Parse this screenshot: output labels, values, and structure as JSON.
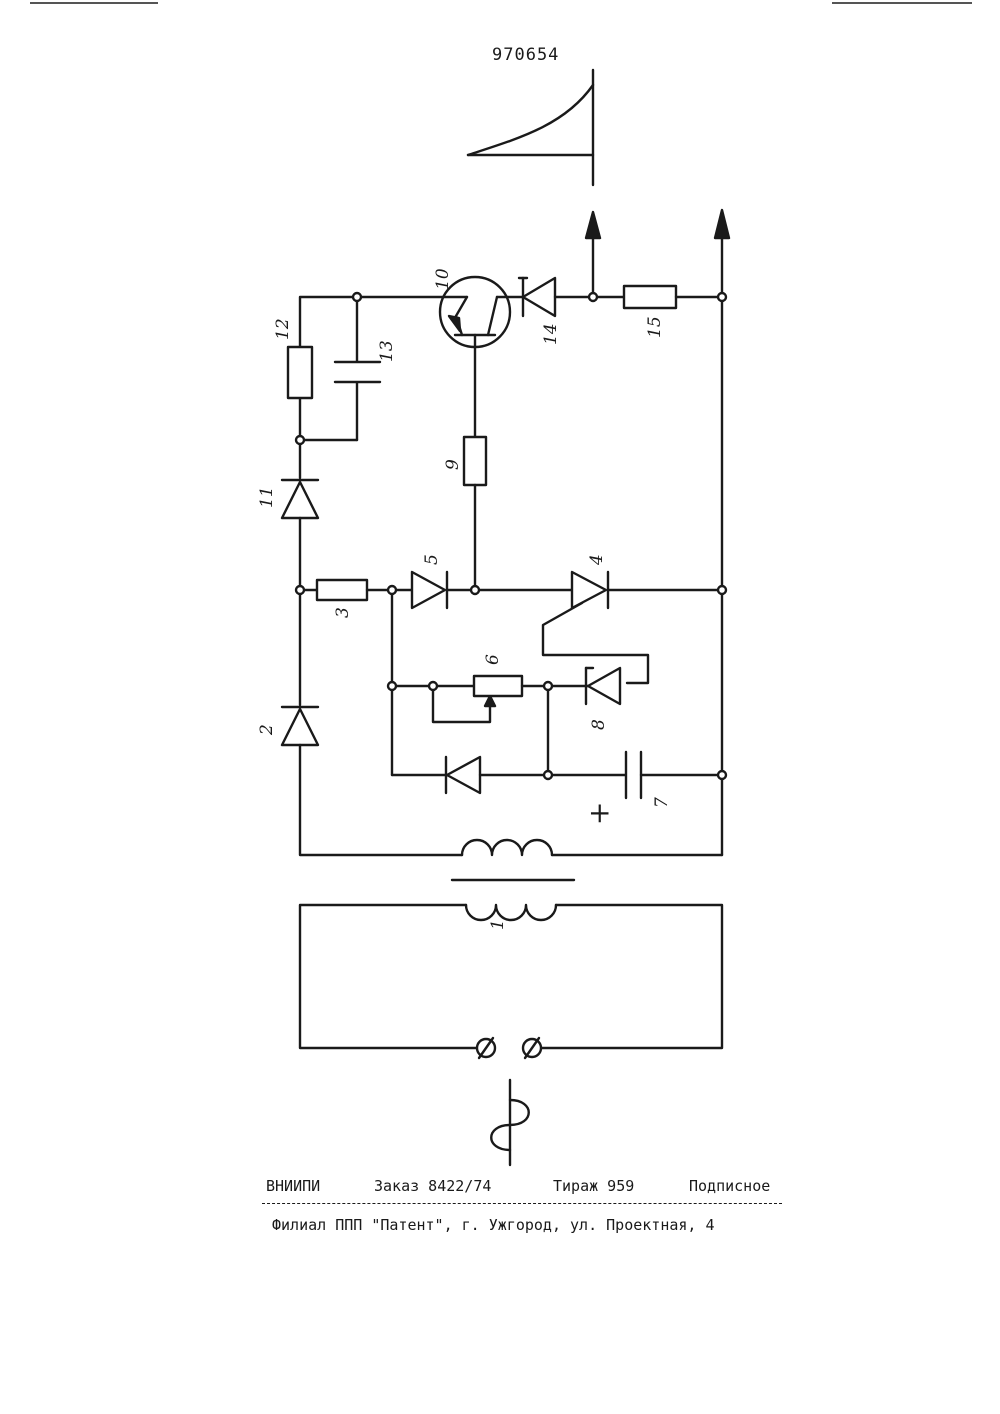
{
  "document": {
    "patent_number": "970654"
  },
  "schematic": {
    "labels": {
      "transformer": "1",
      "diode_2": "2",
      "resistor_3": "3",
      "thyristor_4": "4",
      "diode_5": "5",
      "potentiometer_6": "6",
      "capacitor_7": "7",
      "diode_8": "8",
      "resistor_9": "9",
      "transistor_10": "10",
      "diode_11": "11",
      "resistor_12": "12",
      "capacitor_13": "13",
      "diode_14": "14",
      "resistor_15": "15",
      "polarity": "+"
    }
  },
  "imprint": {
    "organization": "ВНИИПИ",
    "order": "Заказ 8422/74",
    "print_run": "Тираж 959",
    "subscription": "Подписное",
    "branch": "Филиал ППП \"Патент\", г. Ужгород, ул. Проектная, 4"
  }
}
